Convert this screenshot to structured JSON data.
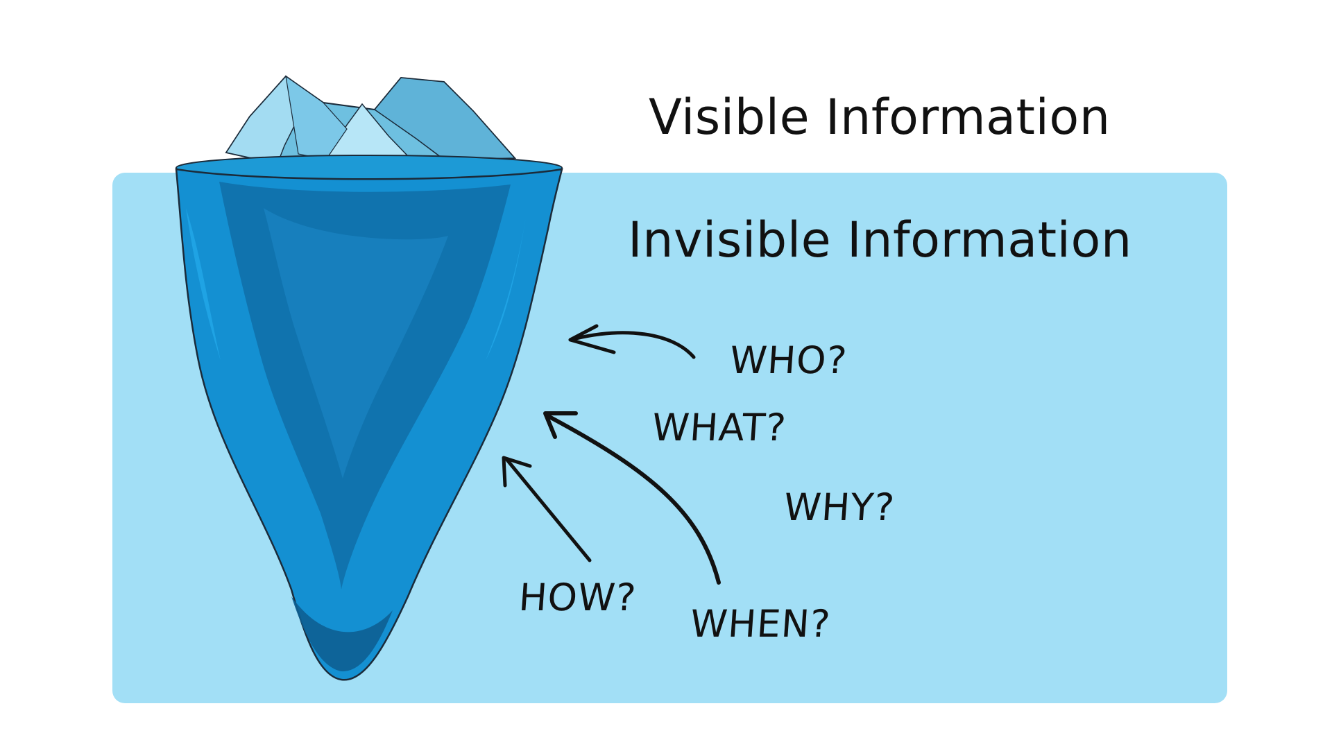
{
  "headings": {
    "visible": "Visible Information",
    "invisible": "Invisible Information"
  },
  "questions": {
    "who": "WHO?",
    "what": "WHAT?",
    "why": "WHY?",
    "how": "HOW?",
    "when": "WHEN?"
  },
  "colors": {
    "water": "#a2dff6",
    "iceberg_dark": "#0f6ea8",
    "iceberg_mid": "#1490d2",
    "iceberg_light": "#22a8e8",
    "ice_top": "#8ccfe8",
    "text": "#111111"
  }
}
